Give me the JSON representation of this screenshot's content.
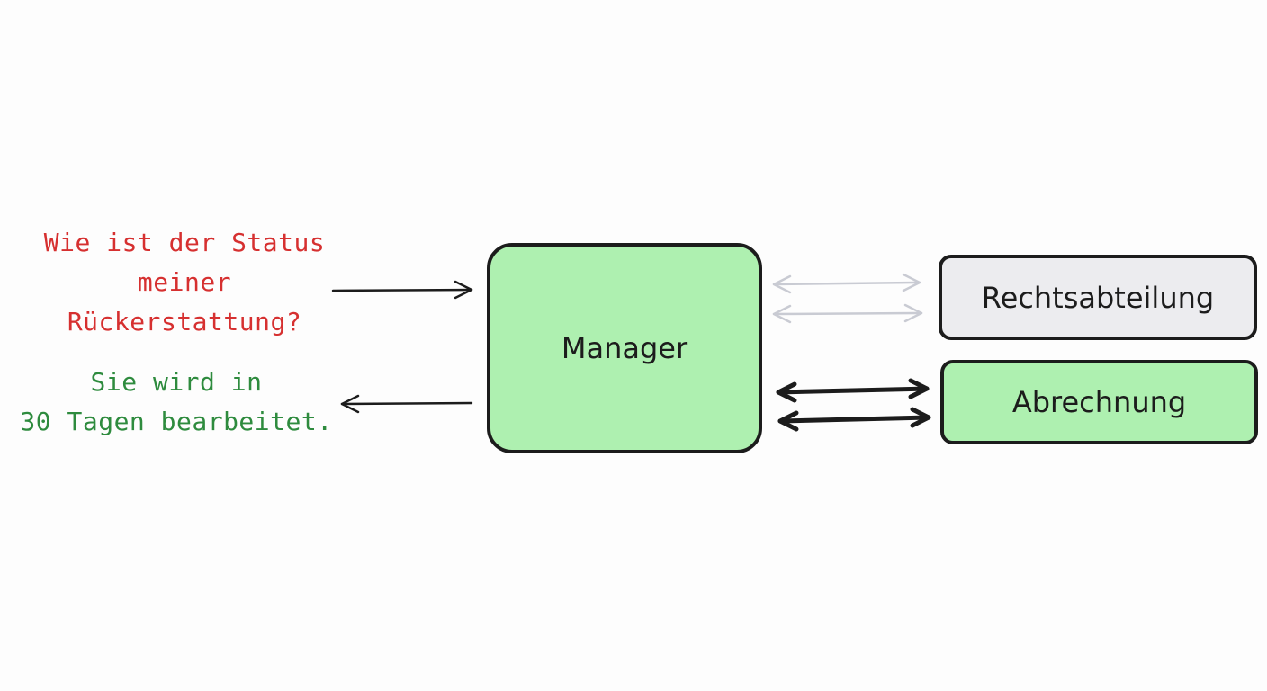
{
  "question": {
    "lines": [
      "Wie ist der Status",
      "meiner",
      "Rückerstattung?"
    ],
    "color": "#d63030"
  },
  "answer": {
    "lines": [
      "Sie wird in",
      "30 Tagen bearbeitet."
    ],
    "color": "#2e8b3e"
  },
  "nodes": {
    "manager": {
      "label": "Manager",
      "fill": "#aef0b0"
    },
    "legal": {
      "label": "Rechtsabteilung",
      "fill": "#ececef"
    },
    "billing": {
      "label": "Abrechnung",
      "fill": "#aef0b0"
    }
  },
  "colors": {
    "stroke": "#1c1c1c",
    "inactive_arrow": "#c9cbd3",
    "active_arrow": "#1c1c1c"
  }
}
